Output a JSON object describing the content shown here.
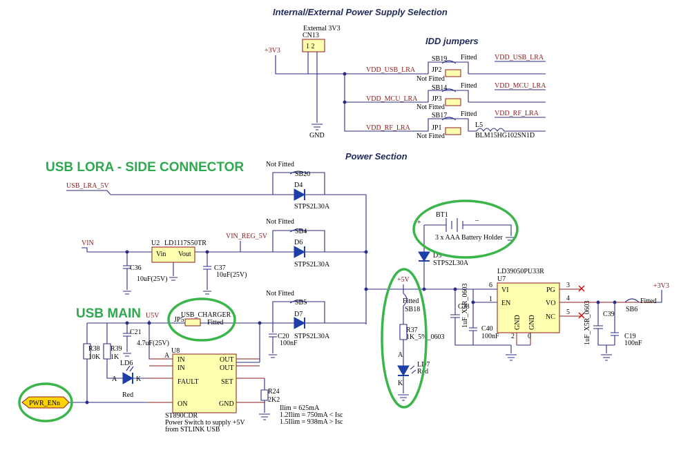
{
  "titles": {
    "supply_selection": "Internal/External Power Supply Selection",
    "idd_jumpers": "IDD jumpers",
    "power_section": "Power Section"
  },
  "callouts": {
    "usb_lora": "USB LORA - SIDE CONNECTOR",
    "usb_main": "USB MAIN"
  },
  "nets": {
    "p3v3": "+3V3",
    "vdd_usb": "VDD_USB_LRA",
    "vdd_mcu": "VDD_MCU_LRA",
    "vdd_rf": "VDD_RF_LRA",
    "usb_lra_5v": "USB_LRA_5V",
    "vin": "VIN",
    "vin_reg": "VIN_REG_5V",
    "u5v": "U5V",
    "p5v": "+5V",
    "pwr_en": "PWR_ENn",
    "usb_charger": "USB_CHARGER",
    "gnd": "GND"
  },
  "components": {
    "cn13_desc": "External 3V3",
    "cn13_ref": "CN13",
    "cn13_pins": "1  2",
    "sb19": "SB19",
    "sb14": "SB14",
    "sb17": "SB17",
    "sb20": "SB20",
    "sb4": "SB4",
    "sb5": "SB5",
    "sb18": "SB18",
    "sb6": "SB6",
    "fitted": "Fitted",
    "not_fitted": "Not Fitted",
    "jp1": "JP1",
    "jp2": "JP2",
    "jp3": "JP3",
    "jp5": "JP5",
    "l5": "L5",
    "l5_part": "BLM15HG102SN1D",
    "d4": "D4",
    "d6": "D6",
    "d7": "D7",
    "d5": "D5",
    "diode_part": "STPS2L30A",
    "bt1": "BT1",
    "bt1_desc": "3 x AAA Battery Holder",
    "u2": "U2",
    "u2_part": "LD1117S50TR",
    "u2_vin": "Vin",
    "u2_vout": "Vout",
    "c36": "C36",
    "c37": "C37",
    "c10uf": "10uF(25V)",
    "c21": "C21",
    "c21_val": "4.7uF(25V)",
    "c20": "C20",
    "c100nf": "100nF",
    "u7": "U7",
    "u7_part": "LD39050PU33R",
    "u7_vi": "VI",
    "u7_en": "EN",
    "u7_pg": "PG",
    "u7_vo": "VO",
    "u7_nc": "NC",
    "u7_gnd": "GND",
    "c38": "C38",
    "c40": "C40",
    "c39": "C39",
    "c19": "C19",
    "c1uf": "1uF_X5R_0603",
    "r37": "R37",
    "r37_val": "1K_5%_0603",
    "ld7": "LD7",
    "red": "Red",
    "r38": "R38",
    "r38_val": "10K",
    "r39": "R39",
    "r39_val": "1K",
    "ld6": "LD6",
    "r24": "R24",
    "r24_val": "2K2",
    "u8": "U8",
    "u8_part": "ST890CDR",
    "u8_in": "IN",
    "u8_out": "OUT",
    "u8_fault": "FAULT",
    "u8_set": "SET",
    "u8_on": "ON",
    "u8_gnd": "GND",
    "u8_note1": "Power Switch to supply +5V",
    "u8_note2": "from STLINK USB",
    "ilim1": "Ilim = 625mA",
    "ilim2": "1.2Ilim = 750mA < Isc",
    "ilim3": "1.5Ilim = 938mA > Isc",
    "pin_a": "A",
    "pin_k": "K"
  }
}
